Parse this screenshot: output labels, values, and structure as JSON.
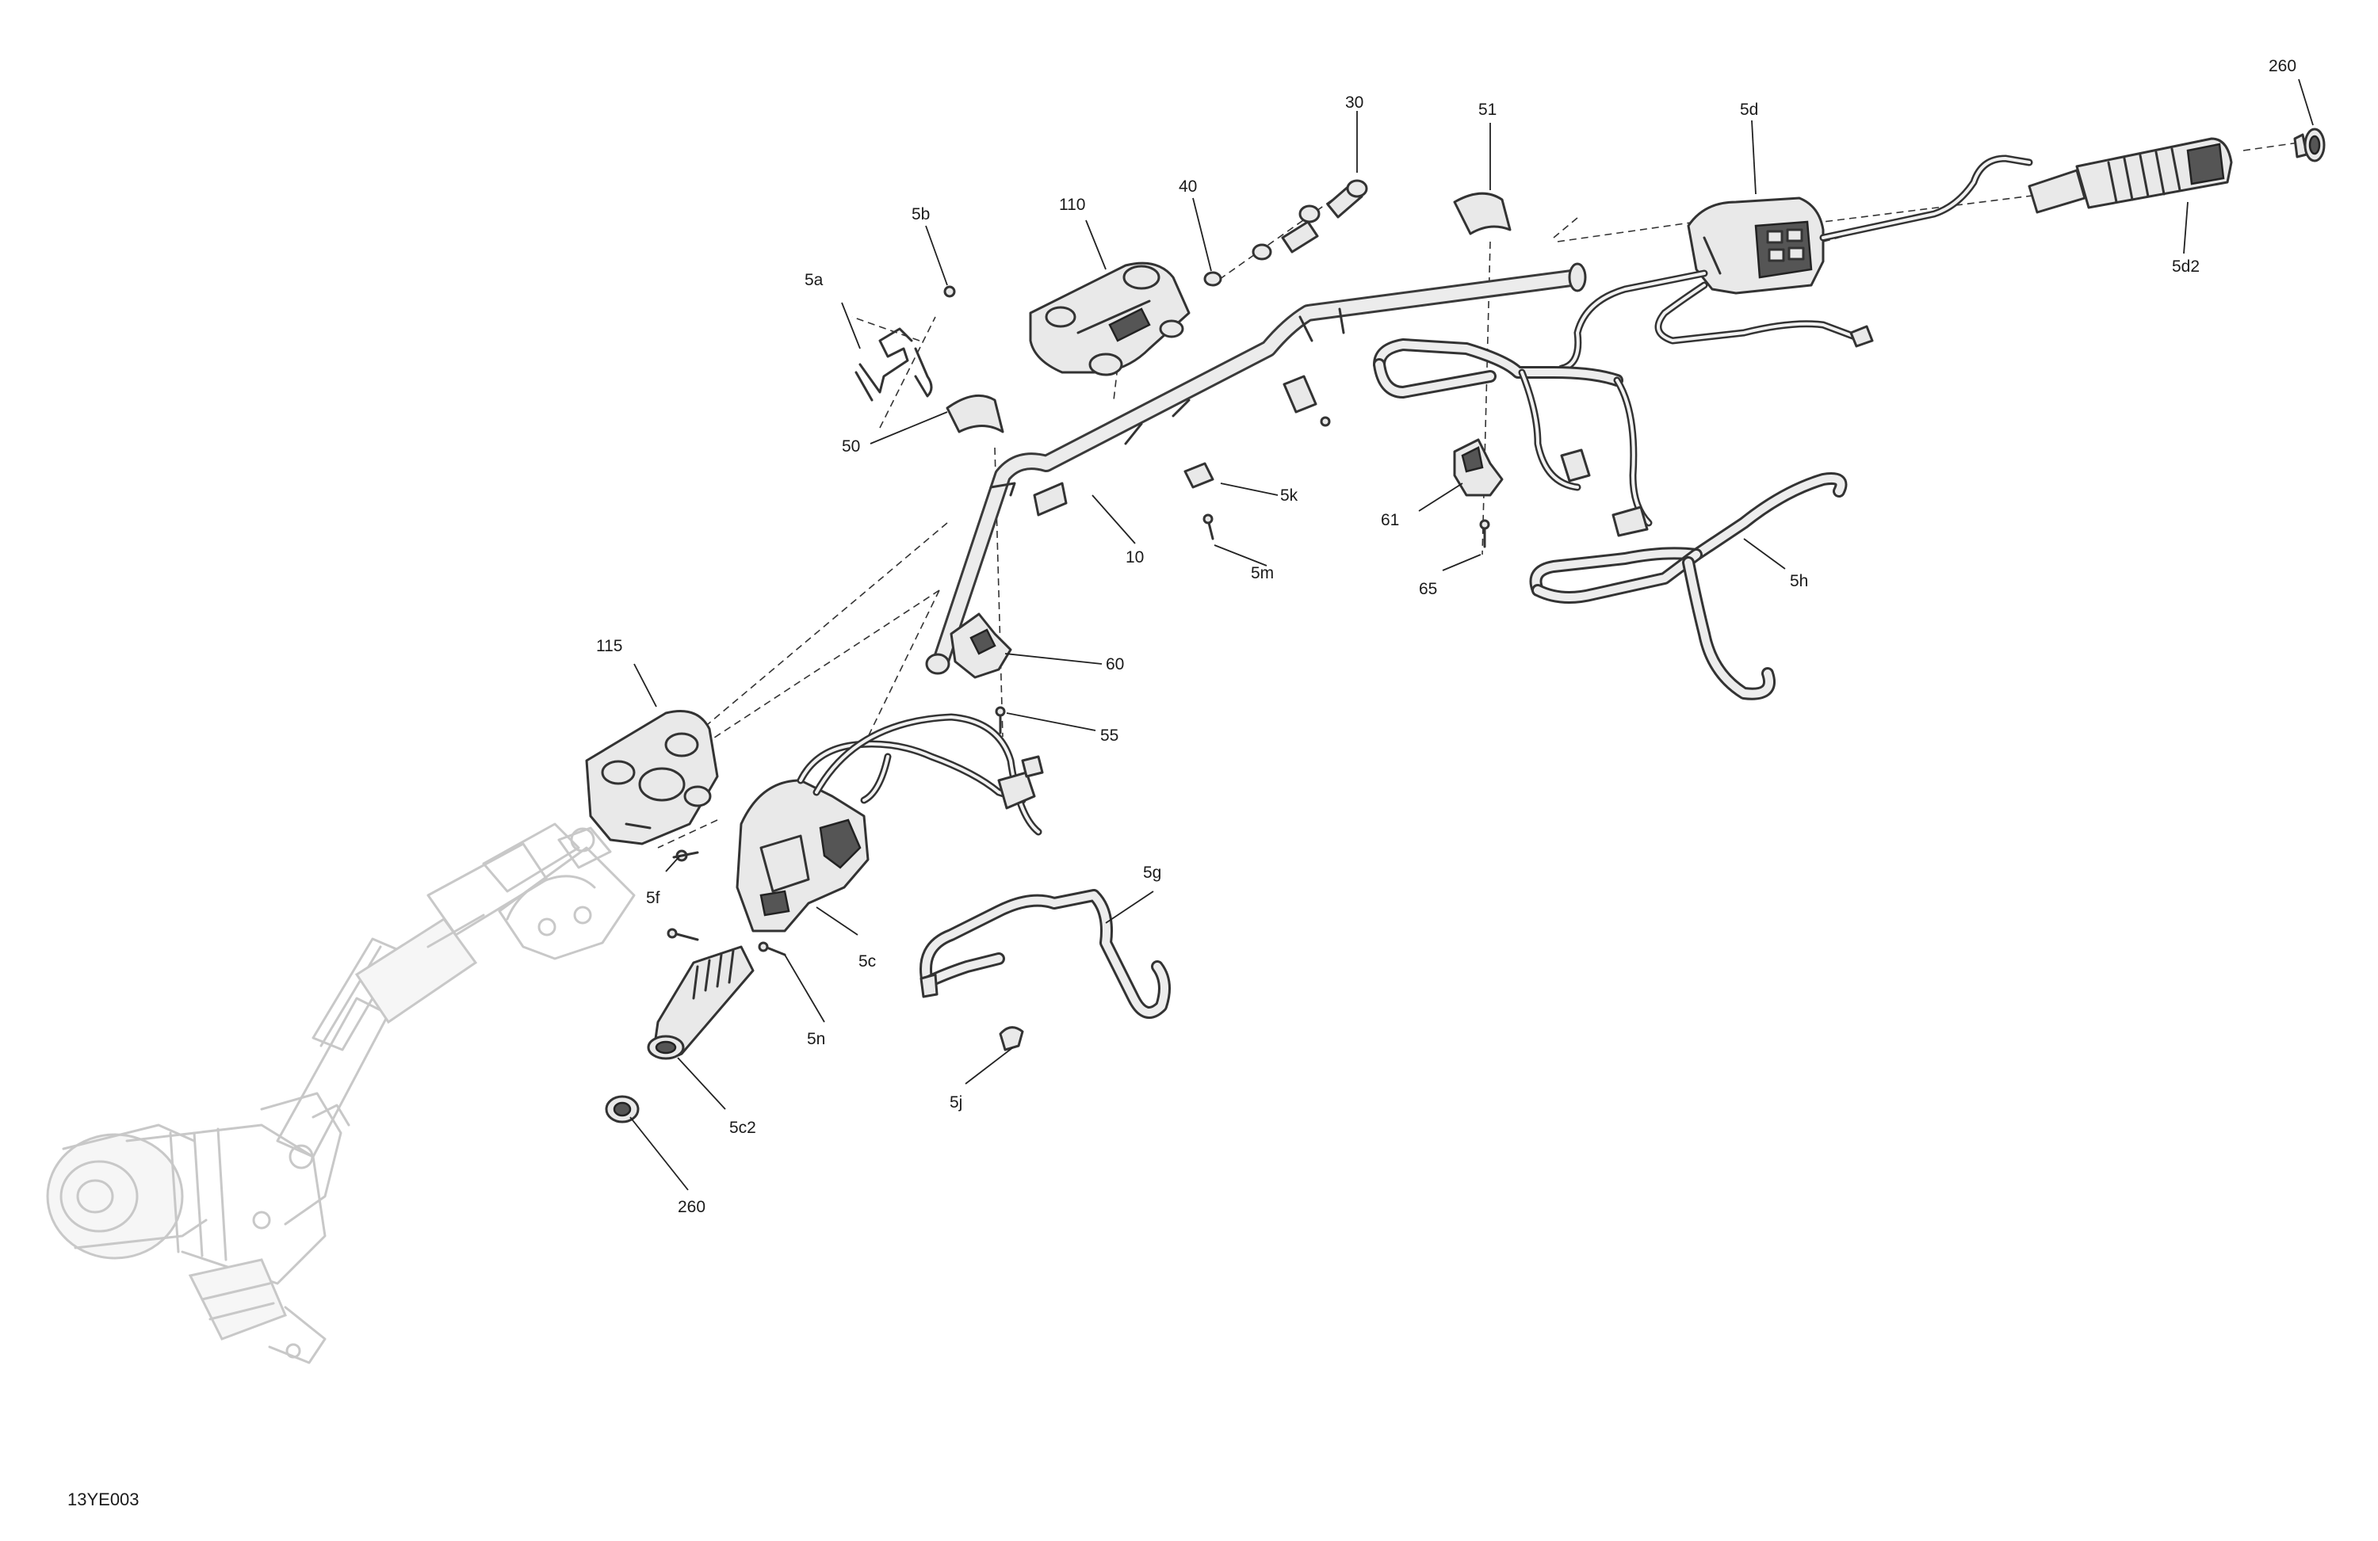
{
  "drawing_code": "13YE003",
  "callouts": [
    {
      "id": "c-30",
      "text": "30"
    },
    {
      "id": "c-51",
      "text": "51"
    },
    {
      "id": "c-5d",
      "text": "5d"
    },
    {
      "id": "c-260a",
      "text": "260"
    },
    {
      "id": "c-5d2",
      "text": "5d2"
    },
    {
      "id": "c-40",
      "text": "40"
    },
    {
      "id": "c-110",
      "text": "110"
    },
    {
      "id": "c-5b",
      "text": "5b"
    },
    {
      "id": "c-5a",
      "text": "5a"
    },
    {
      "id": "c-50",
      "text": "50"
    },
    {
      "id": "c-5k",
      "text": "5k"
    },
    {
      "id": "c-10",
      "text": "10"
    },
    {
      "id": "c-5m",
      "text": "5m"
    },
    {
      "id": "c-61",
      "text": "61"
    },
    {
      "id": "c-65",
      "text": "65"
    },
    {
      "id": "c-5h",
      "text": "5h"
    },
    {
      "id": "c-115",
      "text": "115"
    },
    {
      "id": "c-60",
      "text": "60"
    },
    {
      "id": "c-55",
      "text": "55"
    },
    {
      "id": "c-5f",
      "text": "5f"
    },
    {
      "id": "c-5g",
      "text": "5g"
    },
    {
      "id": "c-5c",
      "text": "5c"
    },
    {
      "id": "c-5n",
      "text": "5n"
    },
    {
      "id": "c-5j",
      "text": "5j"
    },
    {
      "id": "c-5c2",
      "text": "5c2"
    },
    {
      "id": "c-260b",
      "text": "260"
    }
  ]
}
